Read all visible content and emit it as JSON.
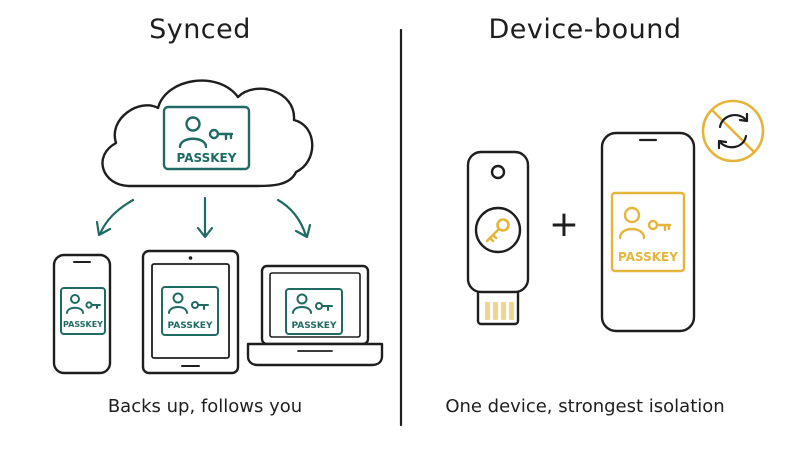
{
  "left_panel": {
    "title": "Synced",
    "caption": "Backs up, follows you",
    "cloud_badge_label": "PASSKEY",
    "devices": [
      {
        "name": "phone",
        "badge_label": "PASSKEY"
      },
      {
        "name": "tablet",
        "badge_label": "PASSKEY"
      },
      {
        "name": "laptop",
        "badge_label": "PASSKEY"
      }
    ]
  },
  "right_panel": {
    "title": "Device-bound",
    "caption": "One device, strongest isolation",
    "plus_sign": "+",
    "phone_badge_label": "PASSKEY"
  },
  "colors": {
    "ink": "#1e1e1e",
    "teal": "#1f6b63",
    "gold": "#e5b53a"
  },
  "icons": [
    "cloud-icon",
    "user-key-icon",
    "arrow-down-icon",
    "security-key-icon",
    "key-icon",
    "no-sync-icon"
  ]
}
